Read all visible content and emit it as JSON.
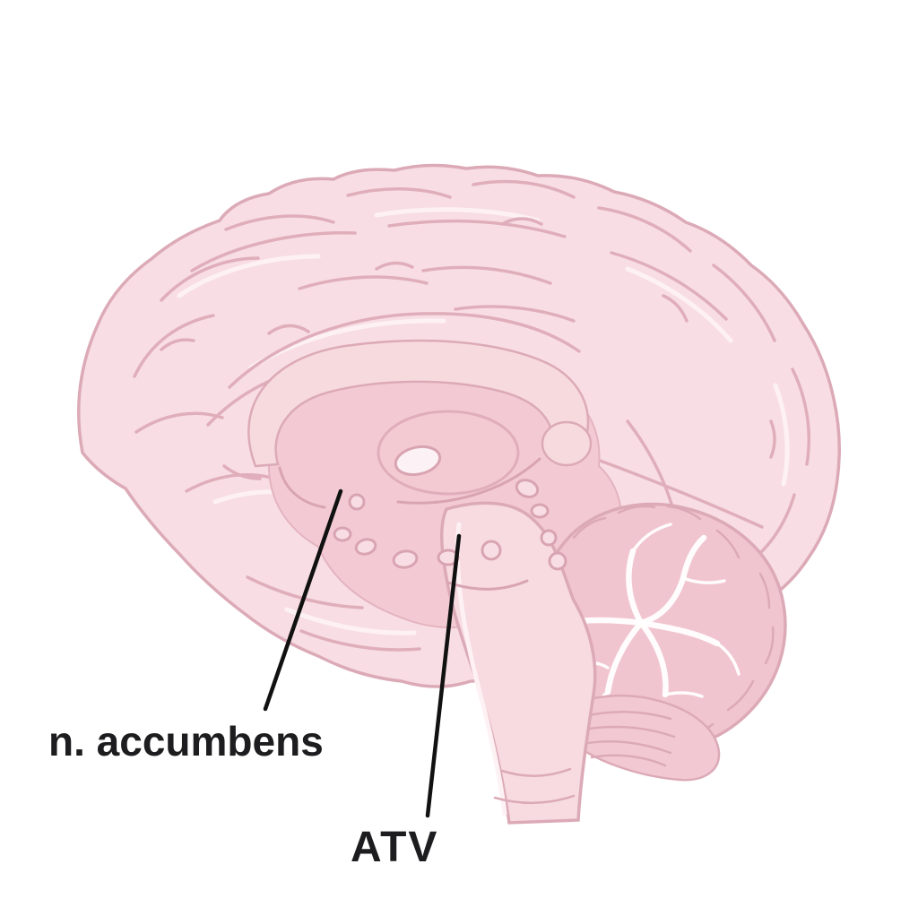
{
  "figure": {
    "description": "Illustration of a human brain in midsagittal section with two labeled structures connected by leader lines",
    "labels": [
      {
        "id": "n-accumbens",
        "text": "n. accumbens"
      },
      {
        "id": "atv",
        "text": "ATV"
      }
    ],
    "colors": {
      "background": "#ffffff",
      "brain_fill": "#f8dee4",
      "brain_outline": "#dcaab7",
      "inner_region_fill": "#f3cad3",
      "corpus_callosum_fill": "#f7dade",
      "thalamus_fill": "#f3c9d2",
      "cerebellum_fill": "#f1c5cf",
      "sulci_stroke": "#e0aebb",
      "highlight_stroke": "#fdf1f4",
      "arbor_vitae_stroke": "#ffffff",
      "leader_line": "#111111",
      "label_text": "#1d1d1f"
    }
  }
}
